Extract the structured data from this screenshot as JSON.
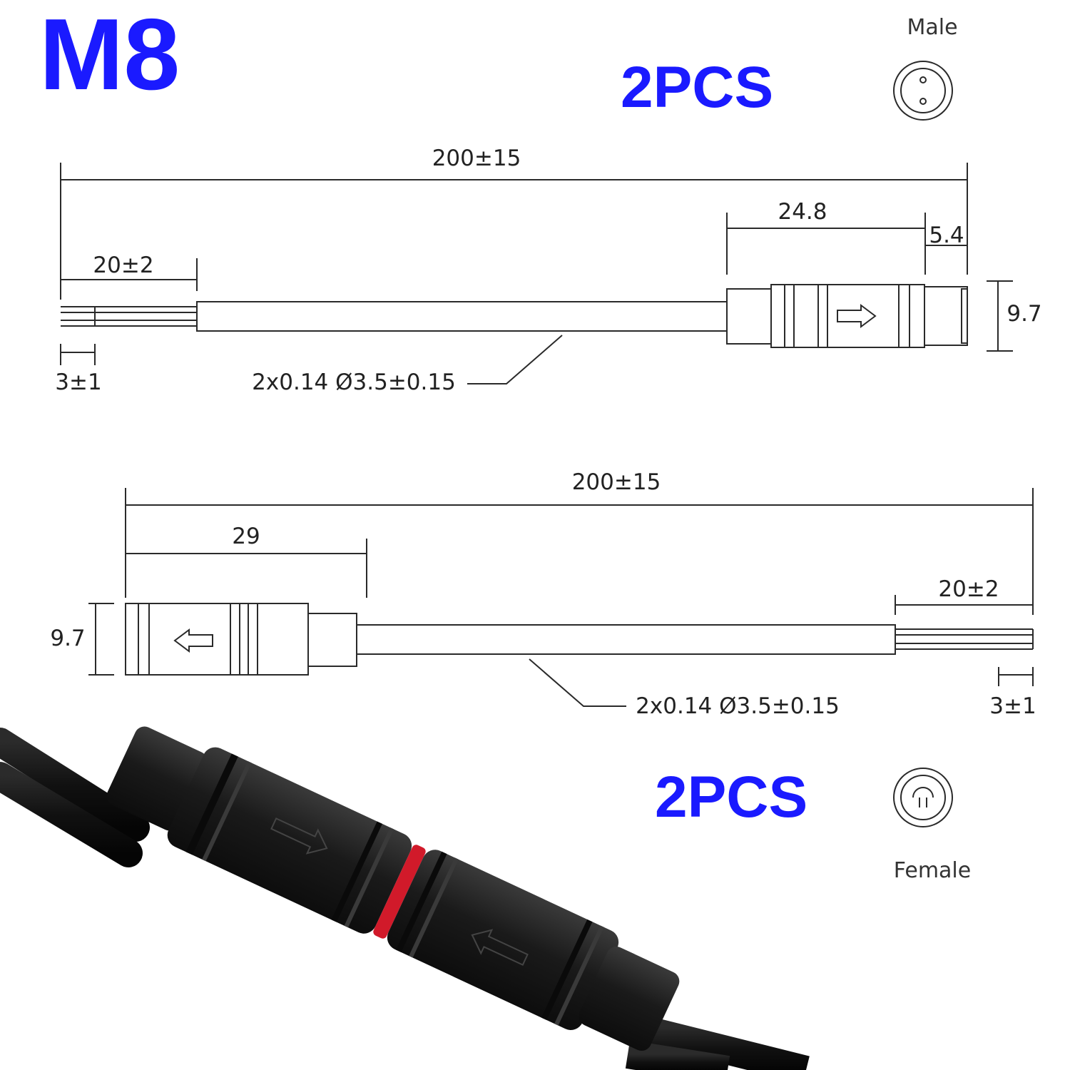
{
  "title": "M8",
  "colors": {
    "accent": "#1a1aff",
    "line": "#2a2a2a",
    "photo_body": "#1c1c1c",
    "ring": "#d11a2a"
  },
  "male": {
    "caption": "Male",
    "qty": "2PCS",
    "dims": {
      "total": "200±15",
      "connector": "24.8",
      "tip": "5.4",
      "strip": "20±2",
      "height": "9.7",
      "wire_end": "3±1",
      "cable": "2x0.14 Ø3.5±0.15"
    }
  },
  "female": {
    "caption": "Female",
    "qty": "2PCS",
    "dims": {
      "total": "200±15",
      "connector": "29",
      "strip": "20±2",
      "height": "9.7",
      "wire_end": "3±1",
      "cable": "2x0.14 Ø3.5±0.15"
    }
  }
}
